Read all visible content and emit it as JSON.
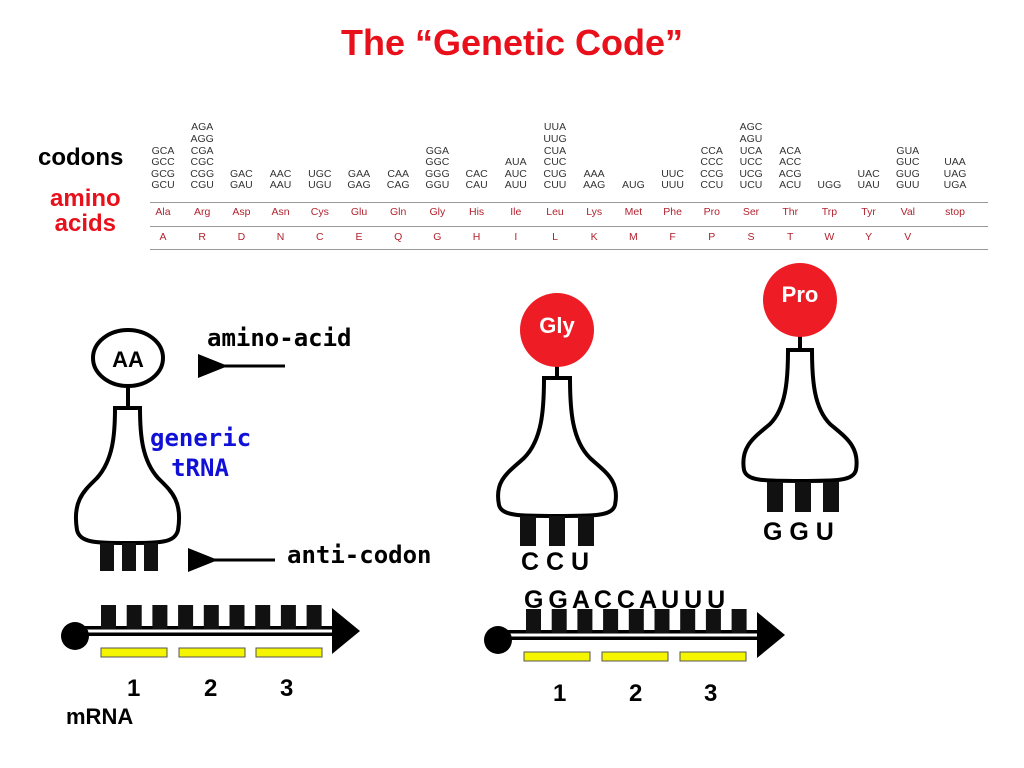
{
  "title": "The “Genetic Code”",
  "labels": {
    "codons": "codons",
    "amino_acids_1": "amino",
    "amino_acids_2": "acids",
    "amino_acid": "amino-acid",
    "generic": "generic",
    "trna": "tRNA",
    "anti_codon": "anti-codon",
    "mrna": "mRNA",
    "aa_circle": "AA"
  },
  "code_table": [
    {
      "codons": [
        "GCA",
        "GCC",
        "GCG",
        "GCU"
      ],
      "aa3": "Ala",
      "aa1": "A"
    },
    {
      "codons": [
        "AGA",
        "AGG",
        "CGA",
        "CGC",
        "CGG",
        "CGU"
      ],
      "aa3": "Arg",
      "aa1": "R"
    },
    {
      "codons": [
        "GAC",
        "GAU"
      ],
      "aa3": "Asp",
      "aa1": "D"
    },
    {
      "codons": [
        "AAC",
        "AAU"
      ],
      "aa3": "Asn",
      "aa1": "N"
    },
    {
      "codons": [
        "UGC",
        "UGU"
      ],
      "aa3": "Cys",
      "aa1": "C"
    },
    {
      "codons": [
        "GAA",
        "GAG"
      ],
      "aa3": "Glu",
      "aa1": "E"
    },
    {
      "codons": [
        "CAA",
        "CAG"
      ],
      "aa3": "Gln",
      "aa1": "Q"
    },
    {
      "codons": [
        "GGA",
        "GGC",
        "GGG",
        "GGU"
      ],
      "aa3": "Gly",
      "aa1": "G"
    },
    {
      "codons": [
        "CAC",
        "CAU"
      ],
      "aa3": "His",
      "aa1": "H"
    },
    {
      "codons": [
        "AUA",
        "AUC",
        "AUU"
      ],
      "aa3": "Ile",
      "aa1": "I"
    },
    {
      "codons": [
        "UUA",
        "UUG",
        "CUA",
        "CUC",
        "CUG",
        "CUU"
      ],
      "aa3": "Leu",
      "aa1": "L"
    },
    {
      "codons": [
        "AAA",
        "AAG"
      ],
      "aa3": "Lys",
      "aa1": "K"
    },
    {
      "codons": [
        "AUG"
      ],
      "aa3": "Met",
      "aa1": "M"
    },
    {
      "codons": [
        "UUC",
        "UUU"
      ],
      "aa3": "Phe",
      "aa1": "F"
    },
    {
      "codons": [
        "CCA",
        "CCC",
        "CCG",
        "CCU"
      ],
      "aa3": "Pro",
      "aa1": "P"
    },
    {
      "codons": [
        "AGC",
        "AGU",
        "UCA",
        "UCC",
        "UCG",
        "UCU"
      ],
      "aa3": "Ser",
      "aa1": "S"
    },
    {
      "codons": [
        "ACA",
        "ACC",
        "ACG",
        "ACU"
      ],
      "aa3": "Thr",
      "aa1": "T"
    },
    {
      "codons": [
        "UGG"
      ],
      "aa3": "Trp",
      "aa1": "W"
    },
    {
      "codons": [
        "UAC",
        "UAU"
      ],
      "aa3": "Tyr",
      "aa1": "Y"
    },
    {
      "codons": [
        "GUA",
        "GUC",
        "GUG",
        "GUU"
      ],
      "aa3": "Val",
      "aa1": "V"
    },
    {
      "codons": [
        "UAA",
        "UAG",
        "UGA"
      ],
      "aa3": "stop",
      "aa1": ""
    }
  ],
  "trna_gly": {
    "label": "Gly",
    "anticodon": "C C U"
  },
  "trna_pro": {
    "label": "Pro",
    "anticodon": "G G U"
  },
  "mrna_sequence": "G G A C C A U U U",
  "left_codon_numbers": [
    "1",
    "2",
    "3"
  ],
  "right_codon_numbers": [
    "1",
    "2",
    "3"
  ],
  "colors": {
    "title": "#e8101b",
    "aa_ball": "#ee1c25",
    "trna_label": "#1010d8",
    "codon_bar": "#f5f500"
  }
}
